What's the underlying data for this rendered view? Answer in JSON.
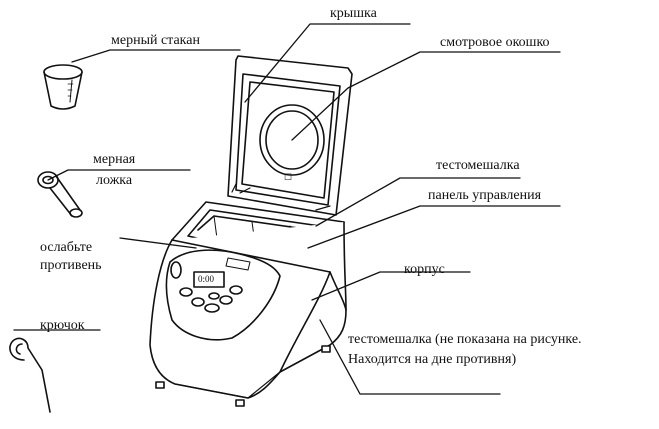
{
  "labels": {
    "measuring_cup": "мерный стакан",
    "lid": "крышка",
    "viewing_window": "смотровое окошко",
    "measuring_spoon_line1": "мерная",
    "measuring_spoon_line2": "ложка",
    "kneader": "тестомешалка",
    "control_panel": "панель управления",
    "loosen_pan_line1": "ослабьте",
    "loosen_pan_line2": "противень",
    "body": "корпус",
    "hook": "крючок",
    "kneader_note_line1": "тестомешалка (не показана на рисунке.",
    "kneader_note_line2": "Находится на дне  противня)"
  },
  "display": {
    "readout": "0:00",
    "lid_badge": "☐"
  },
  "colors": {
    "line": "#111111",
    "fill": "#ffffff"
  }
}
